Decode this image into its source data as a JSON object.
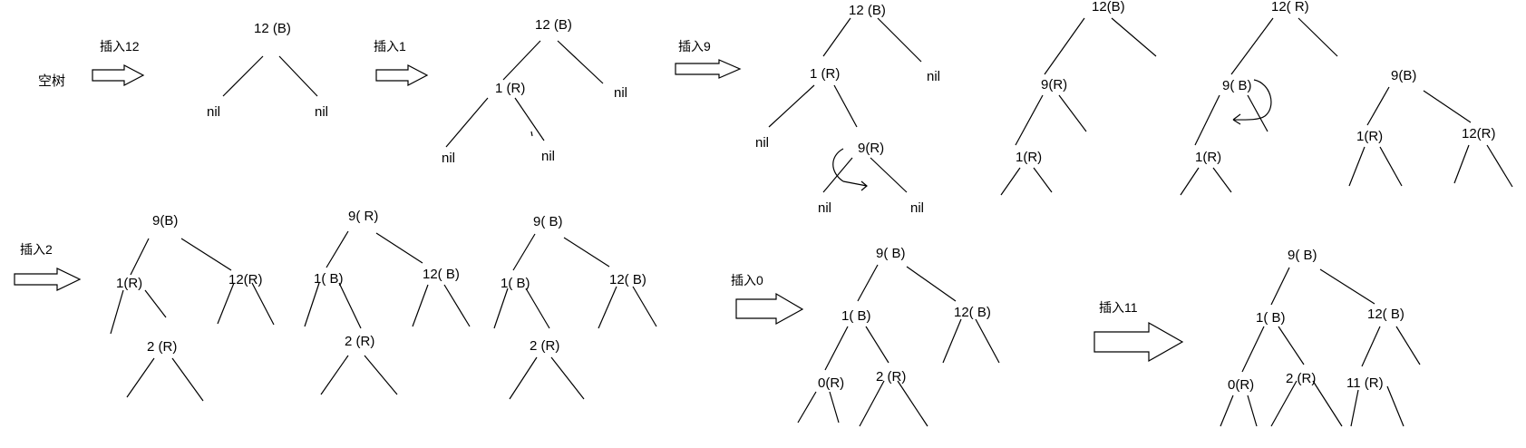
{
  "captions": {
    "empty_tree": "空树",
    "insert_12": "插入12",
    "insert_1": "插入1",
    "insert_9": "插入9",
    "insert_2": "插入2",
    "insert_0": "插入0",
    "insert_11": "插入11"
  },
  "nodes": {
    "t1_root": "12 (B)",
    "t1_nil_l": "nil",
    "t1_nil_r": "nil",
    "t2_root": "12 (B)",
    "t2_n1": "1 (R)",
    "t2_nil_r": "nil",
    "t2_nil_ll": "nil",
    "t2_nil_lr": "nil",
    "t3_root": "12 (B)",
    "t3_n1": "1 (R)",
    "t3_nil_r": "nil",
    "t3_nil_l": "nil",
    "t3_n9": "9(R)",
    "t3_nil_9l": "nil",
    "t3_nil_9r": "nil",
    "t4_root": "12(B)",
    "t4_n9": "9(R)",
    "t4_n1": "1(R)",
    "t5_root": "12( R)",
    "t5_n9": "9( B)",
    "t5_n1": "1(R)",
    "t6_root": "9(B)",
    "t6_n1": "1(R)",
    "t6_n12": "12(R)",
    "t7_root": "9(B)",
    "t7_n1": "1(R)",
    "t7_n12": "12(R)",
    "t7_n2": "2 (R)",
    "t8_root": "9( R)",
    "t8_n1": "1( B)",
    "t8_n12": "12( B)",
    "t8_n2": "2 (R)",
    "t9_root": "9( B)",
    "t9_n1": "1( B)",
    "t9_n12": "12( B)",
    "t9_n2": "2 (R)",
    "t10_root": "9( B)",
    "t10_n1": "1( B)",
    "t10_n12": "12( B)",
    "t10_n0": "0(R)",
    "t10_n2": "2 (R)",
    "t11_root": "9( B)",
    "t11_n1": "1( B)",
    "t11_n12": "12( B)",
    "t11_n0": "0(R)",
    "t11_n2": "2 (R)",
    "t11_n11": "11 (R)"
  }
}
